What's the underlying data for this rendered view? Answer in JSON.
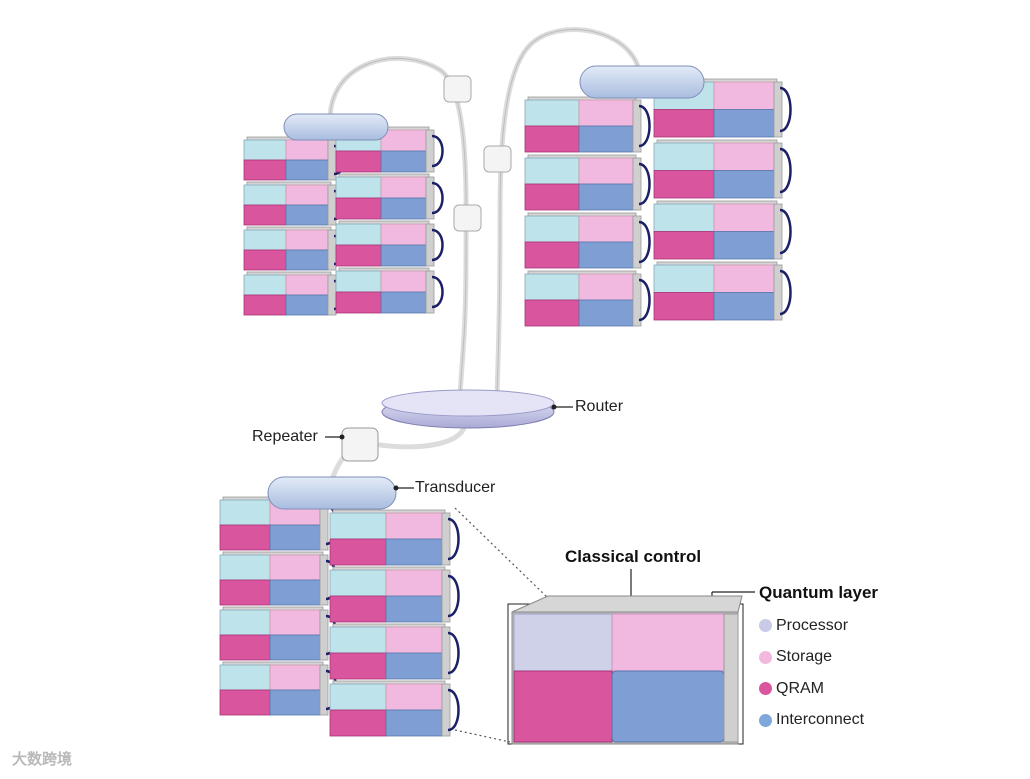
{
  "labels": {
    "router": "Router",
    "repeater": "Repeater",
    "transducer": "Transducer",
    "classical_control": "Classical control",
    "quantum_layer": "Quantum layer"
  },
  "legend": [
    {
      "label": "Processor",
      "color": "#c9c9e8"
    },
    {
      "label": "Storage",
      "color": "#f2b8de"
    },
    {
      "label": "QRAM",
      "color": "#d9559e"
    },
    {
      "label": "Interconnect",
      "color": "#7ea8dc"
    }
  ],
  "colors": {
    "light_cyan": "#bfe3ea",
    "pink_light": "#f1b9df",
    "magenta": "#d9559e",
    "blue": "#7f9fd4",
    "cable": "#e9e9e9",
    "loop": "#1c2066",
    "router": "#c9c9ec",
    "transducer": "#cbd8ee"
  },
  "watermark": "大数跨境"
}
